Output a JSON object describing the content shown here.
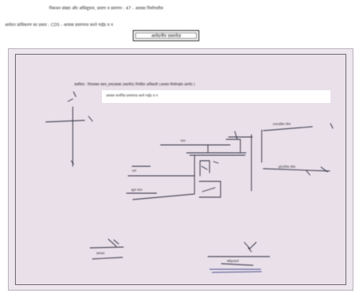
{
  "header": {
    "line1": "निबन्धन संख्या और अधिसूचना, प्रमाण व प्रमाणन :     47 -     आवास निर्माणशील",
    "line2": "आवेदन प्राधिकरण का प्रकार :   CDS - आवास प्रमाणपत्र करने गाईड व न",
    "button_label": "आवेदनीय दस्तावेज़"
  },
  "document": {
    "heading": "स्वामित्व : निवासस्थ स्थान_ग्राम/कस्बा (स्थानीय) नियंत्रित अधिकारी (आवास निर्माणक्षेत्र अंतर्गत )",
    "note": "आवास मानचित्र प्रमाणपत्र करने गाईड व न",
    "labels": {
      "right_top": "उत्तर/दक्षिण सीमा",
      "right_bottom": "पूर्व/पश्चिम सीमा",
      "mid_top": "भवन",
      "mid_left1": "मार्ग",
      "mid_left2": "खुला स्थान",
      "sig_left": "हस्ताक्षर",
      "sig_right": "स्वीकृतकर्ता"
    }
  }
}
